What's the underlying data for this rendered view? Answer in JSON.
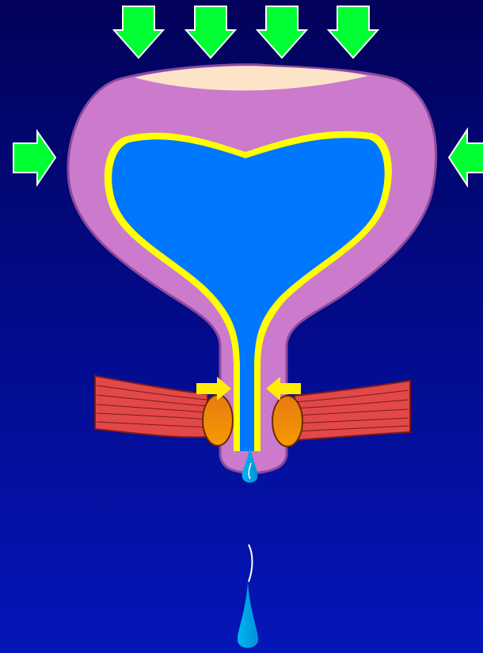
{
  "diagram": {
    "colors": {
      "background_top": "#02025a",
      "background_bottom": "#0416b8",
      "pressure_arrow": "#00ff33",
      "arrow_outline": "#ffffff",
      "bladder_wall": "#cc7acc",
      "bladder_outline": "#8a4a9c",
      "top_membrane": "#fde4c8",
      "mucosa_lining": "#ffff00",
      "urine": "#0077ff",
      "sphincter_muscle": "#e04a4a",
      "sphincter_ring": "#f08a00",
      "squeeze_arrow": "#ffee00",
      "droplet": "#00aaee"
    },
    "pressure_arrows": {
      "top_count": 4,
      "side_count": 2,
      "direction": "inward",
      "icon": "green-arrow-icon"
    },
    "sphincter_arrows": {
      "count": 2,
      "direction": "inward",
      "icon": "yellow-arrow-icon"
    },
    "droplets": {
      "count": 2,
      "icon": "water-droplet-icon"
    }
  }
}
